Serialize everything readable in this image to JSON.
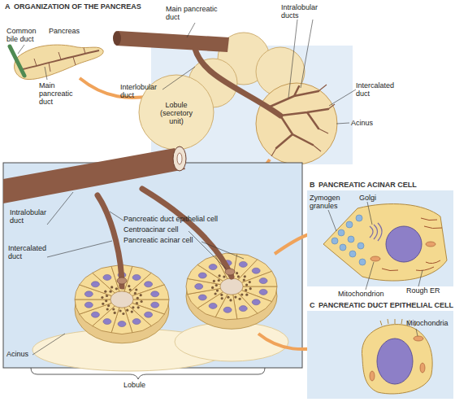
{
  "diagram": {
    "labels": [
      "A",
      "ORGANIZATION OF THE PANCREAS",
      "Common bile duct",
      "Pancreas",
      "Main pancreatic duct",
      "Intralobular ducts",
      "Main pancreatic duct",
      "Interlobular duct",
      "Lobule (secretory unit)",
      "Intercalated duct",
      "Acinus",
      "B",
      "PANCREATIC ACINAR CELL",
      "Zymogen granules",
      "Golgi",
      "Intralobular duct",
      "Pancreatic duct epithelial cell",
      "Centroacinar cell",
      "Pancreatic acinar cell",
      "Intercalated duct",
      "Mitochondrion",
      "Rough ER",
      "C",
      "PANCREATIC DUCT EPITHELIAL CELL",
      "Mitochondria",
      "Acinus",
      "Lobule"
    ]
  }
}
